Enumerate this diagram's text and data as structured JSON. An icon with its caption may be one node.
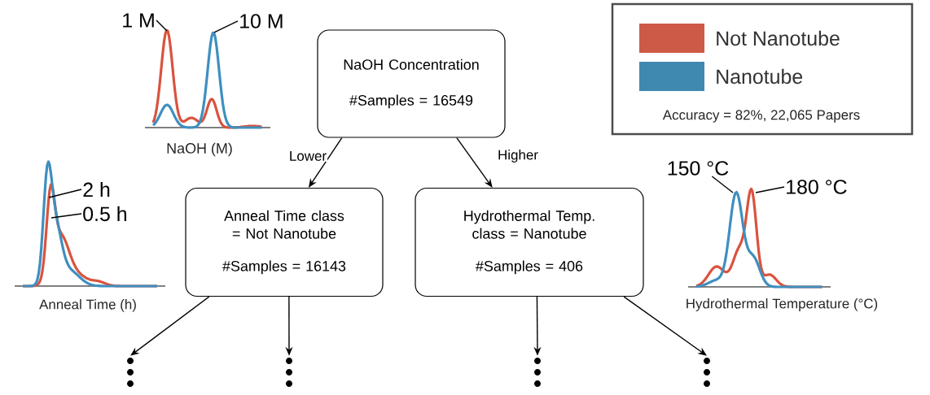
{
  "diagram": {
    "nodes": [
      {
        "text": [
          "NaOH Concentration",
          "#Samples = 16549"
        ]
      },
      {
        "text": [
          "Anneal Time class = Not Nanotube",
          "#Samples = 16143"
        ]
      },
      {
        "text": [
          "Hydrothermal Temp. class = Nanotube",
          "#Samples = 406"
        ]
      },
      {
        "text": [],
        "shape": "ellipsis"
      },
      {
        "text": [],
        "shape": "ellipsis"
      },
      {
        "text": [],
        "shape": "ellipsis"
      },
      {
        "text": [],
        "shape": "ellipsis"
      },
      {
        "text": [
          "1 M"
        ]
      },
      {
        "text": [
          "10 M"
        ]
      },
      {
        "text": [
          "2 h"
        ],
        "in": 14
      },
      {
        "text": [
          "0.5 h"
        ],
        "in": 14
      },
      {
        "text": [
          "150 °C"
        ]
      },
      {
        "text": [
          "180 °C"
        ]
      },
      {
        "text": [],
        "shape": "picture",
        "beside": [
          "NaOH (M)"
        ]
      },
      {
        "text": [],
        "shape": "picture",
        "beside": [
          "Anneal Time (h)"
        ]
      },
      {
        "text": [],
        "shape": "picture",
        "beside": [
          "Hydrothermal Temperature (°C)"
        ]
      }
    ],
    "edges": [
      {
        "from": 0,
        "to": 1,
        "arrow": "to",
        "label": "Lower"
      },
      {
        "from": 0,
        "to": 2,
        "arrow": "to",
        "label": "Higher"
      },
      {
        "from": 1,
        "to": 3,
        "arrow": "to"
      },
      {
        "from": 1,
        "to": 4,
        "arrow": "to"
      },
      {
        "from": 2,
        "to": 5,
        "arrow": "to"
      },
      {
        "from": 2,
        "to": 6,
        "arrow": "to"
      },
      {
        "from": 7,
        "to": 13,
        "arrow": "none"
      },
      {
        "from": 8,
        "to": 13,
        "arrow": "none"
      },
      {
        "from": 9,
        "to": 14,
        "arrow": "none"
      },
      {
        "from": 10,
        "to": 14,
        "arrow": "none"
      },
      {
        "from": 11,
        "to": 15,
        "arrow": "none"
      },
      {
        "from": 12,
        "to": 15,
        "arrow": "none"
      }
    ],
    "labels": [
      "Accuracy = 82%, 22,065 Papers"
    ],
    "legend": [
      {
        "text": "Not Nanotube",
        "color": "#cd5a47"
      },
      {
        "text": "Nanotube",
        "color": "#3f88b0"
      }
    ]
  }
}
